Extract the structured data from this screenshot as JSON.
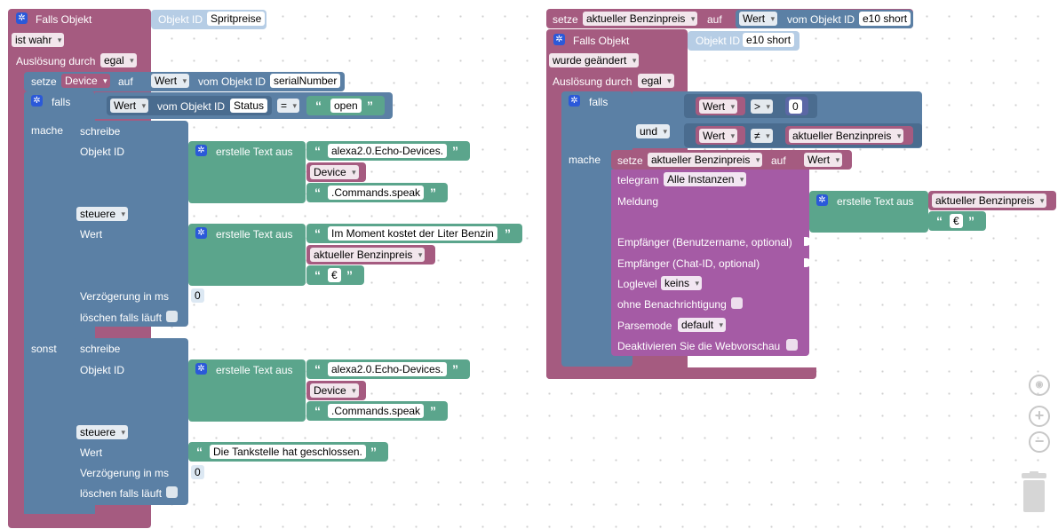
{
  "left": {
    "falls_objekt": "Falls Objekt",
    "objekt_id_label": "Objekt ID",
    "objekt_id_value": "Spritpreise",
    "condition": "ist wahr",
    "ausloesung_label": "Auslösung durch",
    "ausloesung_value": "egal",
    "setze": "setze",
    "var_device": "Device",
    "auf": "auf",
    "wert": "Wert",
    "vom_objekt_id": "vom Objekt ID",
    "serial": "serialNumber",
    "falls": "falls",
    "status": "Status",
    "op_eq": "=",
    "open": "open",
    "mache": "mache",
    "sonst": "sonst",
    "schreibe": "schreibe",
    "objekt_id": "Objekt ID",
    "erstelle_text": "erstelle Text aus",
    "echo_devices": "alexa2.0.Echo-Devices.",
    "commands_speak": ".Commands.speak",
    "steuere": "steuere",
    "wert_label": "Wert",
    "im_moment": "Im Moment kostet der Liter Benzin",
    "aktueller": "aktueller Benzinpreis",
    "euro": "€",
    "verzoegerung": "Verzögerung in ms",
    "zero": "0",
    "loeschen": "löschen falls läuft",
    "tankstelle": "Die Tankstelle hat geschlossen."
  },
  "right": {
    "setze": "setze",
    "aktueller": "aktueller Benzinpreis",
    "auf": "auf",
    "wert": "Wert",
    "vom_objekt_id": "vom Objekt ID",
    "e10": "e10 short",
    "falls_objekt": "Falls Objekt",
    "objekt_id_label": "Objekt ID",
    "objekt_id_value": "e10 short",
    "condition": "wurde geändert",
    "ausloesung_label": "Auslösung durch",
    "ausloesung_value": "egal",
    "falls": "falls",
    "op_gt": ">",
    "zero": "0",
    "und": "und",
    "op_ne": "≠",
    "mache": "mache",
    "telegram": "telegram",
    "alle_instanzen": "Alle Instanzen",
    "meldung": "Meldung",
    "erstelle_text": "erstelle Text aus",
    "euro": "€",
    "empf_user": "Empfänger (Benutzername, optional)",
    "empf_chat": "Empfänger (Chat-ID, optional)",
    "loglevel": "Loglevel",
    "keins": "keins",
    "ohne": "ohne Benachrichtigung",
    "parsemode": "Parsemode",
    "default": "default",
    "deaktivieren": "Deaktivieren Sie die Webvorschau"
  },
  "icons": [
    "gear-icon",
    "locate-icon",
    "zoom-in-icon",
    "zoom-out-icon",
    "trash-icon"
  ],
  "colors": {
    "event_block": "#a55b80",
    "logic_block": "#5b80a5",
    "text_block": "#5ba58c",
    "telegram_block": "#a55ba5"
  }
}
